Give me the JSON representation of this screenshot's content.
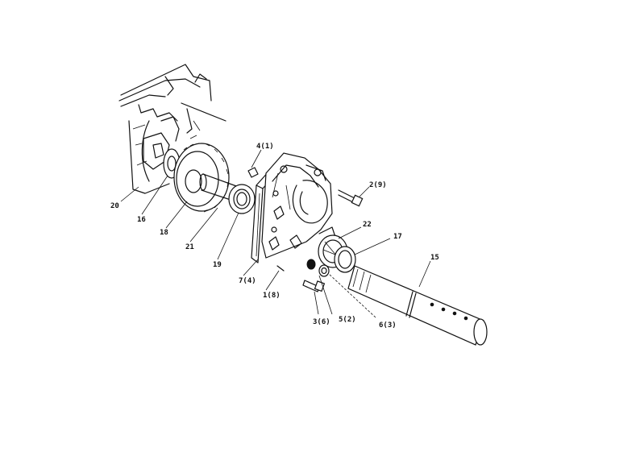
{
  "diagram": {
    "labels": {
      "l20": "20",
      "l16": "16",
      "l18": "18",
      "l21": "21",
      "l19": "19",
      "l4": "4(1)",
      "l7": "7(4)",
      "l1": "1(8)",
      "l3": "3(6)",
      "l5": "5(2)",
      "l6": "6(3)",
      "l2": "2(9)",
      "l22": "22",
      "l17": "17",
      "l15": "15"
    }
  }
}
